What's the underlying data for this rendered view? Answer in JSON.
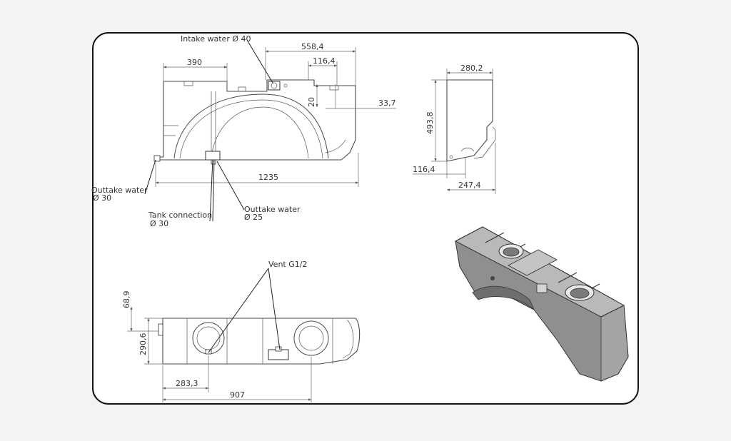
{
  "labels": {
    "intake": "Intake water Ø 40",
    "outtake_left": "Outtake water",
    "outtake_left_d": "Ø 30",
    "tank_connection": "Tank connection",
    "tank_connection_d": "Ø 30",
    "outtake_right": "Outtake water",
    "outtake_right_d": "Ø 25",
    "vent": "Vent G1/2"
  },
  "dimensions": {
    "d558": "558,4",
    "d390": "390",
    "d116a": "116,4",
    "d20": "20",
    "d33": "33,7",
    "d1235": "1235",
    "d280": "280,2",
    "d493": "493,8",
    "d116b": "116,4",
    "d247": "247,4",
    "d68": "68,9",
    "d290": "290,6",
    "d283": "283,3",
    "d907": "907"
  },
  "colors": {
    "background": "#f3f3f2",
    "frame": "#111111",
    "sheet": "#ffffff",
    "shaded_body": "#9a9a9a"
  }
}
